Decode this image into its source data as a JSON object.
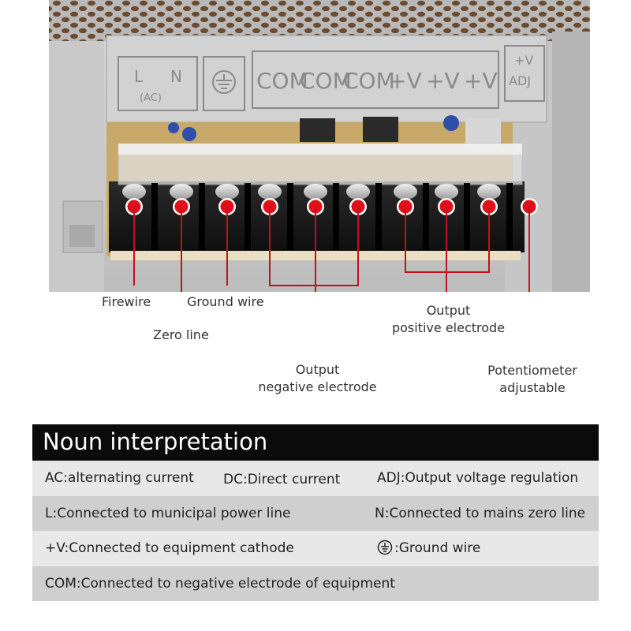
{
  "terminal_block": {
    "top_labels": [
      "L",
      "N",
      "(AC)",
      "COM",
      "COM",
      "COM",
      "+V",
      "+V",
      "+V",
      "+V",
      "ADJ"
    ],
    "markers_color": "#e0101a",
    "line_color": "#c0121c"
  },
  "callouts": {
    "firewire": "Firewire",
    "ground_wire": "Ground wire",
    "zero_line": "Zero line",
    "output_negative_1": "Output",
    "output_negative_2": "negative electrode",
    "output_positive_1": "Output",
    "output_positive_2": "positive electrode",
    "potentiometer_1": "Potentiometer",
    "potentiometer_2": "adjustable"
  },
  "noun_interpretation": {
    "title": "Noun interpretation",
    "ac": "AC:alternating current",
    "dc": "DC:Direct current",
    "adj": "ADJ:Output voltage regulation",
    "l": "L:Connected to municipal power line",
    "n": "N:Connected to mains zero line",
    "v": "+V:Connected to equipment cathode",
    "ground": ":Ground wire",
    "ground_icon": "ground-symbol-icon",
    "com": "COM:Connected to negative electrode of equipment"
  }
}
